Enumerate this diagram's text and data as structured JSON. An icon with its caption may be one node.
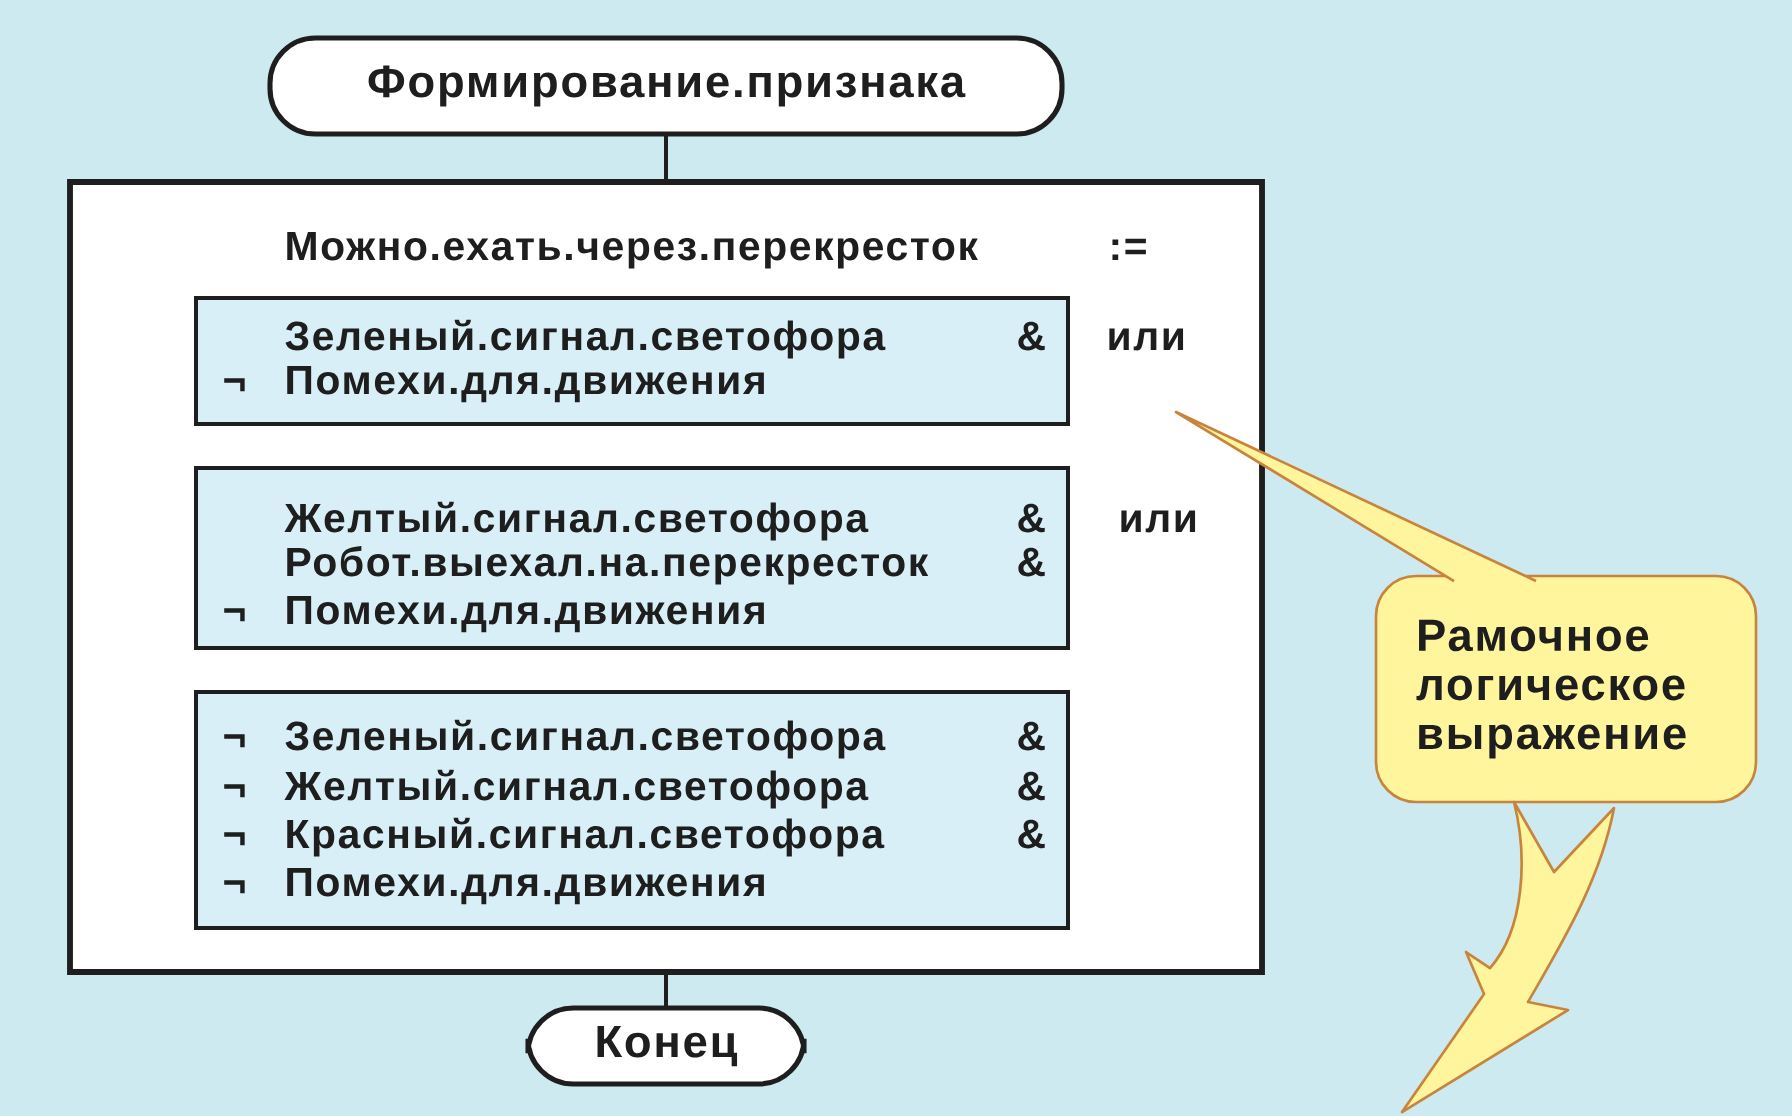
{
  "diagram": {
    "nodes": [
      {
        "text": [
          "Формирование.признака"
        ]
      },
      {
        "text": [
          "Можно.ехать.через.перекресток",
          ":="
        ]
      },
      {
        "text": [
          "Зеленый.сигнал.светофора",
          "&",
          "¬",
          "Помехи.для.движения"
        ],
        "in": 1,
        "beside": [
          "или"
        ]
      },
      {
        "text": [
          "Желтый.сигнал.светофора",
          "&",
          "Робот.выехал.на.перекресток",
          "&",
          "¬",
          "Помехи.для.движения"
        ],
        "in": 1,
        "beside": [
          "или"
        ]
      },
      {
        "text": [
          "¬",
          "Зеленый.сигнал.светофора",
          "&",
          "¬",
          "Желтый.сигнал.светофора",
          "&",
          "¬",
          "Красный.сигнал.светофора",
          "&",
          "¬",
          "Помехи.для.движения"
        ],
        "in": 1
      },
      {
        "text": [
          "Конец"
        ]
      },
      {
        "text": [
          "Рамочное логическое выражение"
        ]
      }
    ],
    "edges": [
      {
        "from": 0,
        "to": 1,
        "arrow": "none"
      },
      {
        "from": 1,
        "to": 5,
        "arrow": "none"
      },
      {
        "from": 6,
        "to": 1,
        "arrow": "none",
        "color": "#c8843c"
      },
      {
        "from": 6,
        "to": null,
        "arrow": "to",
        "color": "#fff59c"
      }
    ]
  }
}
